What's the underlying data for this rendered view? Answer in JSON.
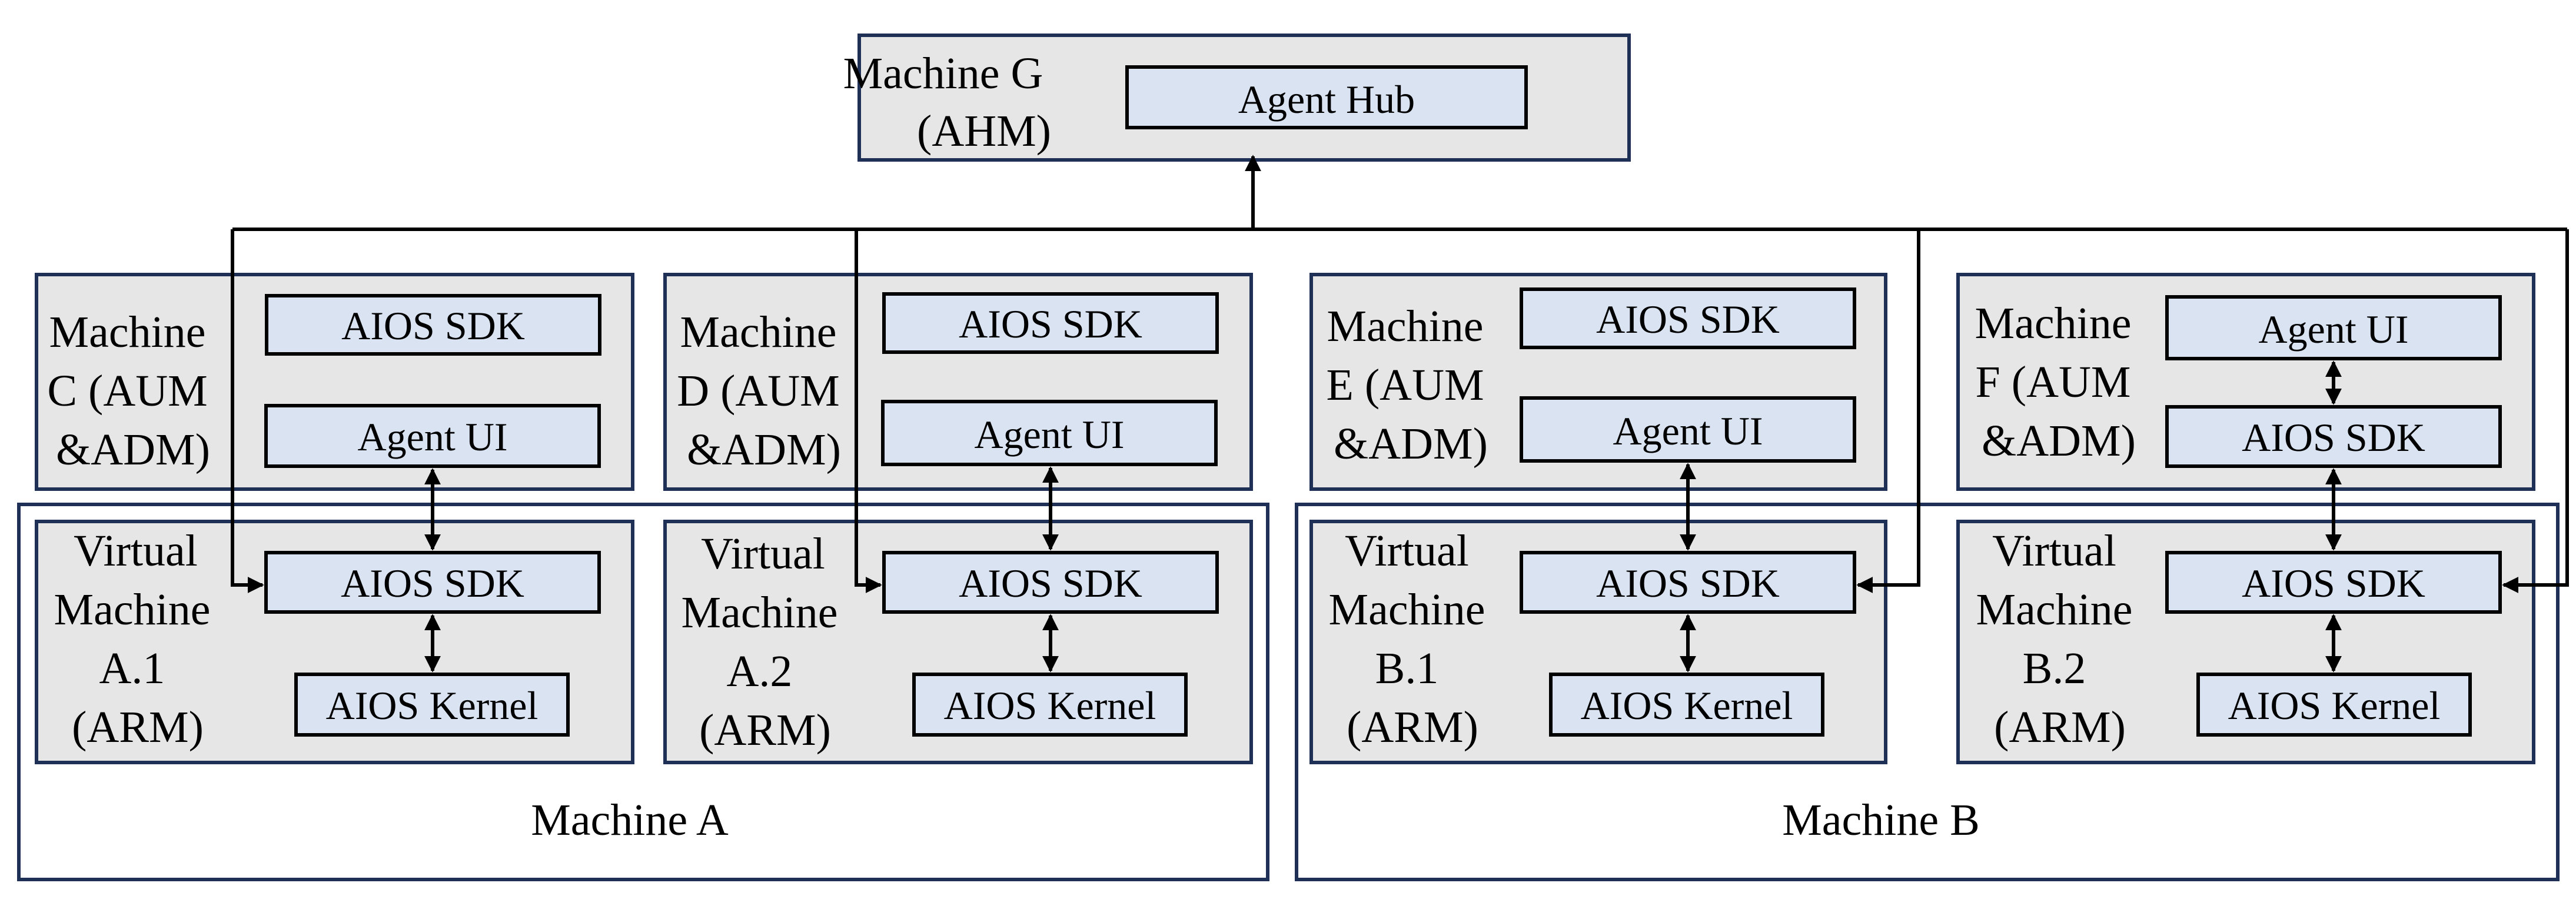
{
  "colors": {
    "frame": "#1f3057",
    "machine_fill": "#e6e6e6",
    "component_fill": "#dae3f2",
    "line": "#000000"
  },
  "machines": {
    "g": {
      "lines": [
        "Machine G",
        "(AHM)"
      ]
    },
    "c": {
      "lines": [
        "Machine",
        "C (AUM",
        "&ADM)"
      ]
    },
    "d": {
      "lines": [
        "Machine",
        "D (AUM",
        "&ADM)"
      ]
    },
    "e": {
      "lines": [
        "Machine",
        "E (AUM",
        "&ADM)"
      ]
    },
    "f": {
      "lines": [
        "Machine",
        "F (AUM",
        "&ADM)"
      ]
    },
    "a1": {
      "lines": [
        "Virtual",
        "Machine",
        "A.1",
        "(ARM)"
      ]
    },
    "a2": {
      "lines": [
        "Virtual",
        "Machine",
        "A.2",
        "(ARM)"
      ]
    },
    "b1": {
      "lines": [
        "Virtual",
        "Machine",
        "B.1",
        "(ARM)"
      ]
    },
    "b2": {
      "lines": [
        "Virtual",
        "Machine",
        "B.2",
        "(ARM)"
      ]
    },
    "a": {
      "label": "Machine A"
    },
    "b": {
      "label": "Machine B"
    }
  },
  "components": {
    "agent_hub": "Agent Hub",
    "aios_sdk": "AIOS SDK",
    "agent_ui": "Agent UI",
    "aios_kernel": "AIOS Kernel"
  }
}
